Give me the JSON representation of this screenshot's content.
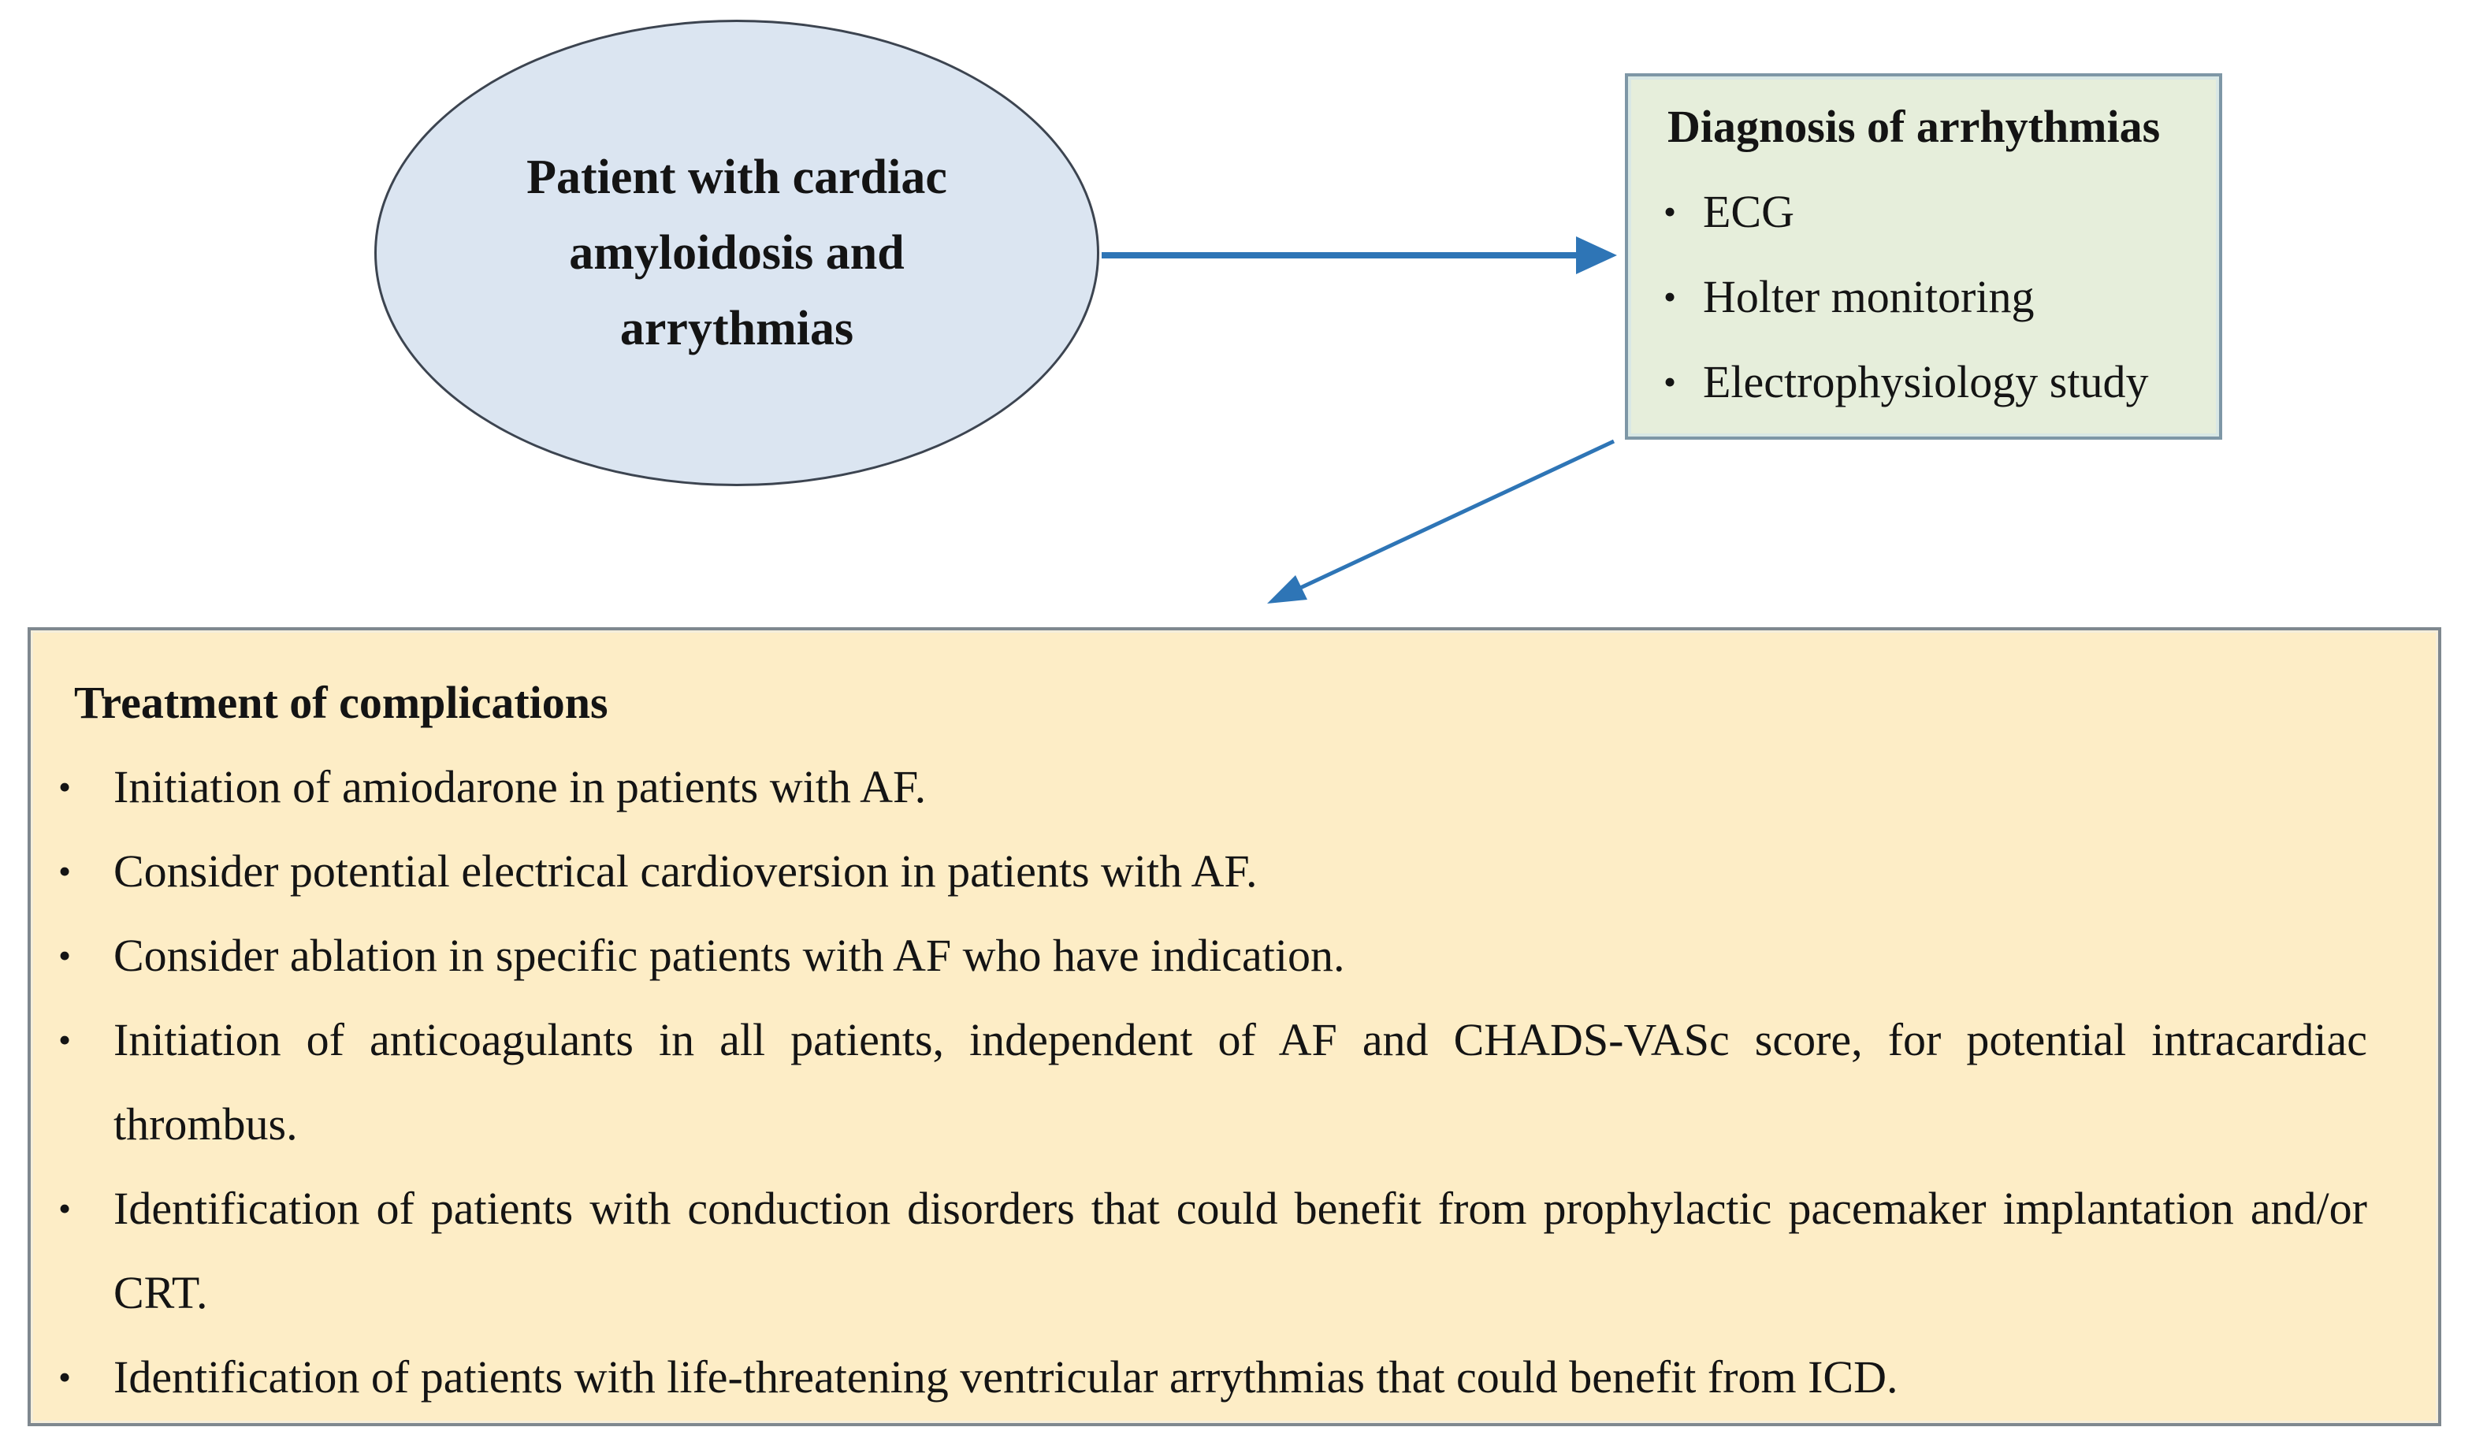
{
  "patient_ellipse": {
    "lines": [
      "Patient with cardiac",
      "amyloidosis and",
      "arrythmias"
    ]
  },
  "diagnosis_box": {
    "title": "Diagnosis of arrhythmias",
    "items": [
      "ECG",
      "Holter monitoring",
      "Electrophysiology study"
    ]
  },
  "treatment_box": {
    "title": "Treatment of complications",
    "items": [
      "Initiation of amiodarone in patients with AF.",
      "Consider potential electrical cardioversion in patients with AF.",
      "Consider ablation in specific patients with AF who have indication.",
      "Initiation of anticoagulants in all patients, independent of AF and CHADS-VASc score, for potential intracardiac thrombus.",
      "Identification of patients with conduction disorders that could benefit from prophylactic pacemaker implantation and/or CRT.",
      "Identification of patients with life-threatening ventricular arrythmias that could benefit from ICD."
    ]
  },
  "glyphs": {
    "bullet": "•"
  },
  "colors": {
    "ellipse_fill": "#dbe5f1",
    "ellipse_border": "#3c4450",
    "diagnosis_fill": "#e6eedb",
    "diagnosis_border": "#7e97a6",
    "treatment_fill": "#fdedc6",
    "treatment_border": "#7f888f",
    "arrow": "#2e75b6",
    "text": "#141414"
  }
}
